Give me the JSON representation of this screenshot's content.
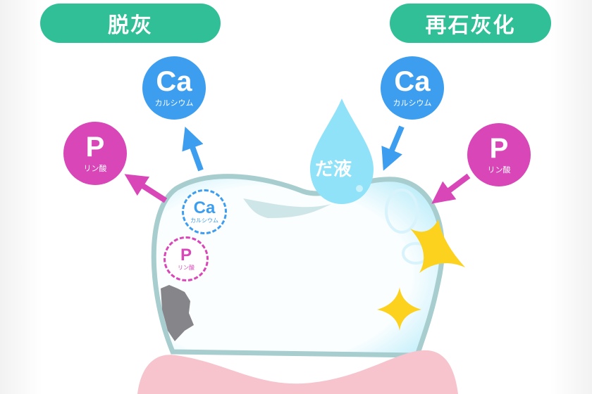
{
  "labels": {
    "demineralization": "脱灰",
    "remineralization": "再石灰化",
    "saliva": "だ液"
  },
  "ions": {
    "calcium": {
      "symbol": "Ca",
      "name": "カルシウム"
    },
    "phosphate": {
      "symbol": "P",
      "name": "リン酸"
    }
  },
  "colors": {
    "green": "#30bf97",
    "blue": "#3d9ef0",
    "magenta": "#d946b8",
    "gum": "#f7c3cc",
    "tooth_outline": "#a7cdcf",
    "sparkle": "#fcd21f",
    "caries": "#86858a"
  }
}
